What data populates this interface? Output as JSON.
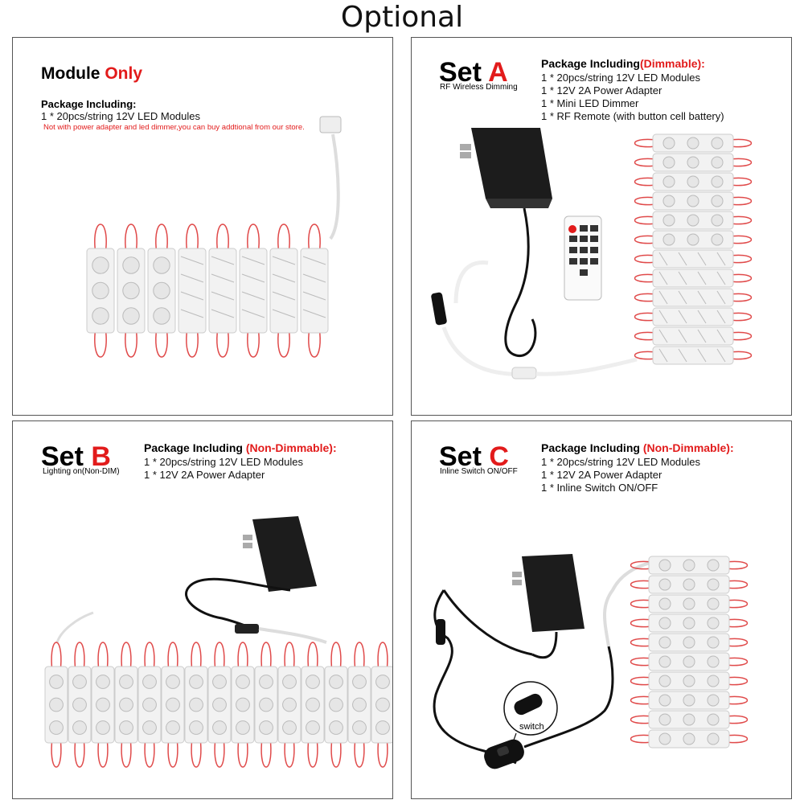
{
  "page": {
    "title": "Optional"
  },
  "panels": {
    "module_only": {
      "title_a": "Module ",
      "title_b": "Only",
      "package_heading": "Package Including:",
      "items": [
        "1 * 20pcs/string 12V LED Modules"
      ],
      "note": "Not with power adapter and led dimmer,you can buy addtional from our store."
    },
    "set_a": {
      "title_a": "Set ",
      "title_b": "A",
      "subtitle": "RF Wireless Dimming",
      "package_heading": "Package Including",
      "package_type": "(Dimmable):",
      "items": [
        "1 * 20pcs/string 12V LED Modules",
        "1 * 12V 2A Power Adapter",
        "1 * Mini LED Dimmer",
        "1 * RF Remote (with button cell battery)"
      ]
    },
    "set_b": {
      "title_a": "Set ",
      "title_b": "B",
      "subtitle": "Lighting on(Non-DIM)",
      "package_heading": "Package Including ",
      "package_type": "(Non-Dimmable):",
      "items": [
        "1 * 20pcs/string 12V LED Modules",
        "1 * 12V 2A Power Adapter"
      ]
    },
    "set_c": {
      "title_a": "Set ",
      "title_b": "C",
      "subtitle": "Inline Switch ON/OFF",
      "package_heading": "Package Including ",
      "package_type": "(Non-Dimmable):",
      "items": [
        "1 * 20pcs/string 12V LED Modules",
        "1 * 12V 2A Power Adapter",
        "1 * Inline Switch ON/OFF"
      ],
      "switch_label": "switch"
    }
  },
  "colors": {
    "accent": "#e21b1b",
    "module": "#f2f2f2",
    "wire": "#e04a4a",
    "adapter": "#222222"
  }
}
